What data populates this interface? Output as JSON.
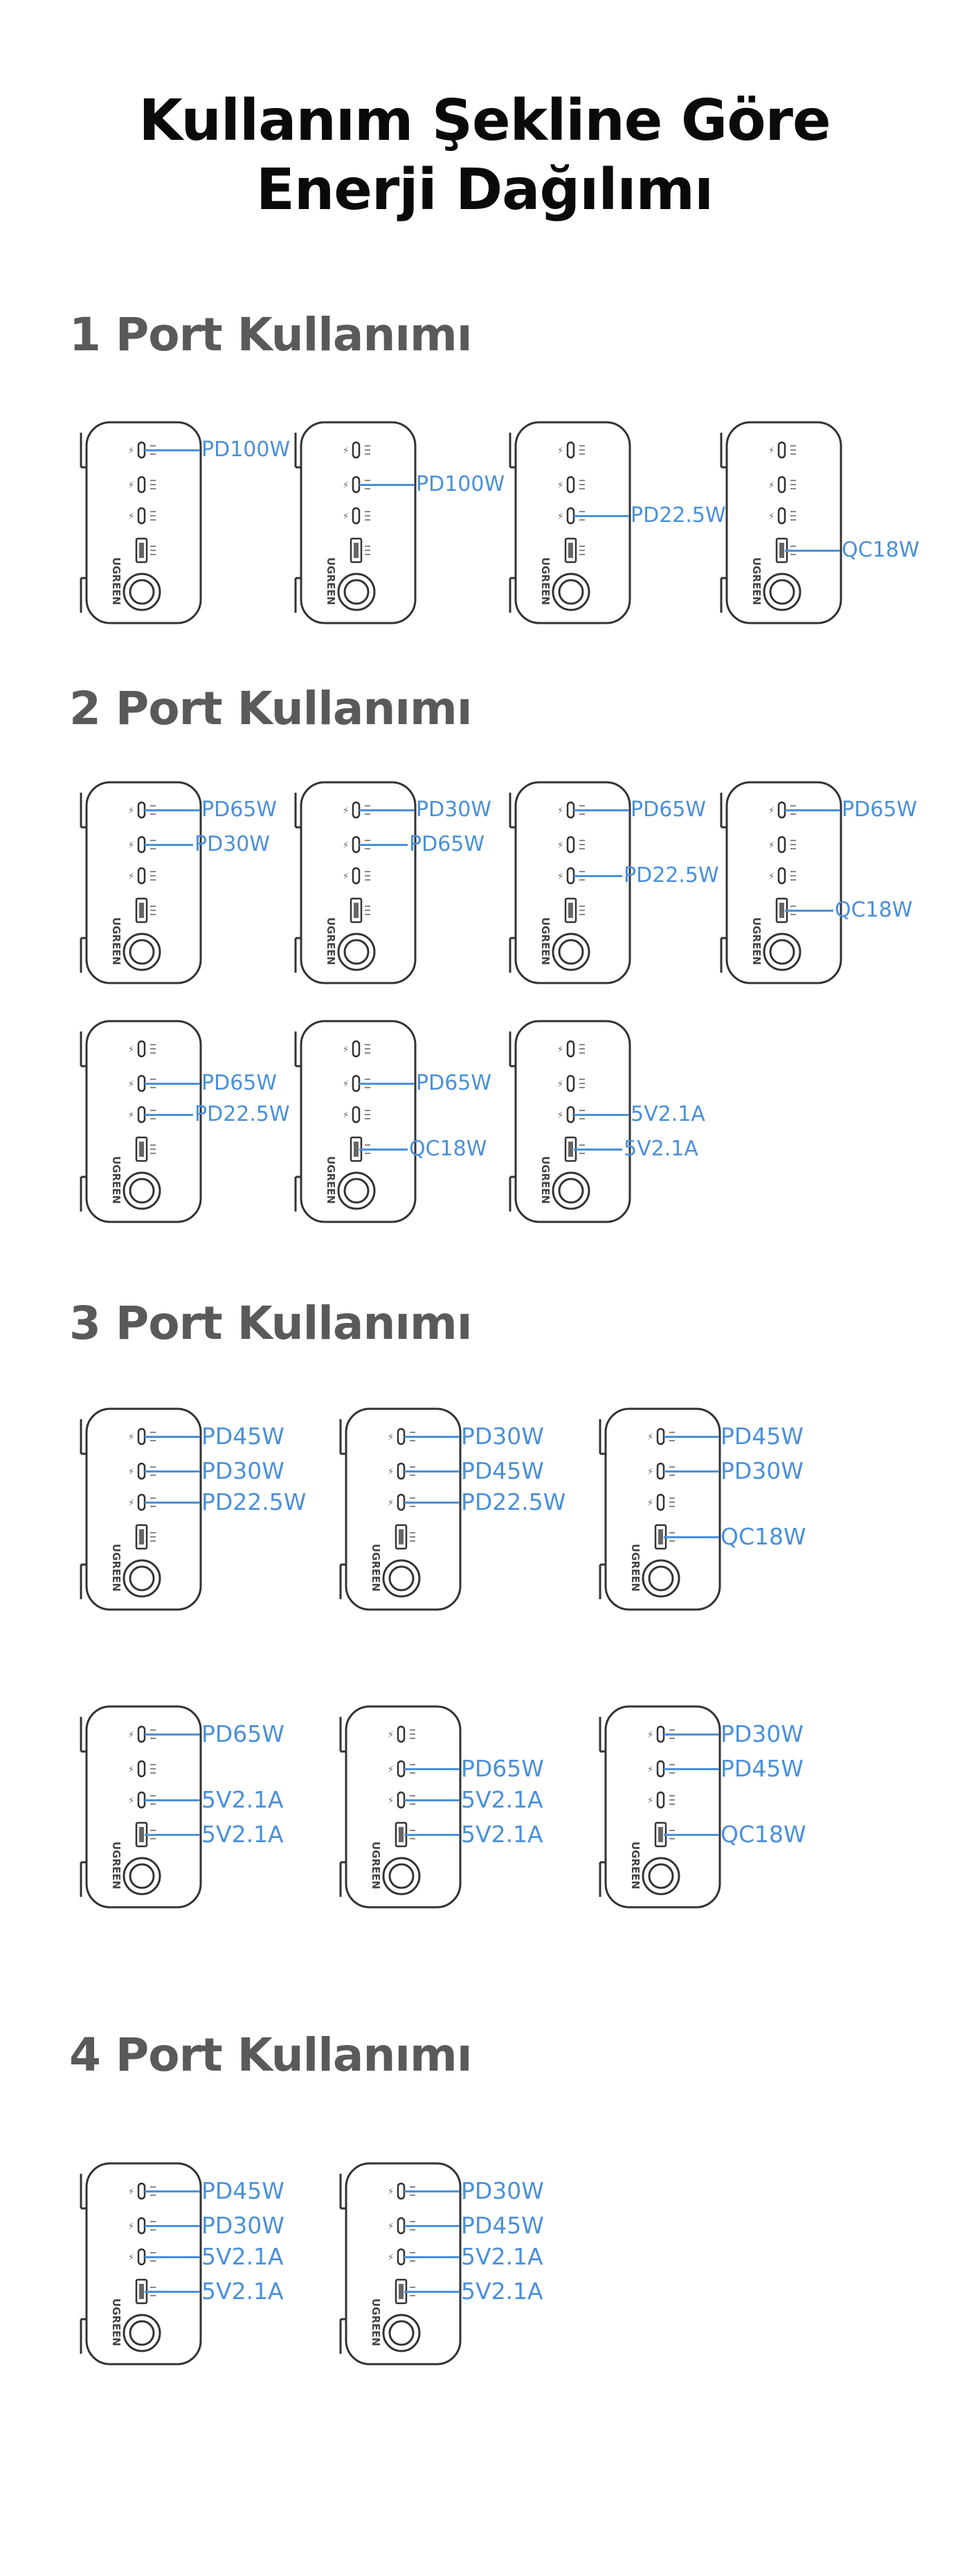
{
  "title": {
    "line1": "Kullanım Şekline Göre",
    "line2": "Enerji Dağılımı"
  },
  "colors": {
    "accent": "#4a90d9",
    "heading": "#5a5a5a",
    "outline": "#333333"
  },
  "brand_on_device": "UGREEN",
  "sections": [
    {
      "heading": "1 Port Kullanımı",
      "chargers": [
        {
          "ports": [
            {
              "port": "C1",
              "label": "PD100W"
            }
          ]
        },
        {
          "ports": [
            {
              "port": "C2",
              "label": "PD100W"
            }
          ]
        },
        {
          "ports": [
            {
              "port": "C3",
              "label": "PD22.5W"
            }
          ]
        },
        {
          "ports": [
            {
              "port": "A",
              "label": "QC18W"
            }
          ]
        }
      ]
    },
    {
      "heading": "2 Port Kullanımı",
      "chargers": [
        {
          "ports": [
            {
              "port": "C1",
              "label": "PD65W"
            },
            {
              "port": "C2",
              "label": "PD30W"
            }
          ]
        },
        {
          "ports": [
            {
              "port": "C1",
              "label": "PD30W"
            },
            {
              "port": "C2",
              "label": "PD65W"
            }
          ]
        },
        {
          "ports": [
            {
              "port": "C1",
              "label": "PD65W"
            },
            {
              "port": "C3",
              "label": "PD22.5W"
            }
          ]
        },
        {
          "ports": [
            {
              "port": "C1",
              "label": "PD65W"
            },
            {
              "port": "A",
              "label": "QC18W"
            }
          ]
        },
        {
          "ports": [
            {
              "port": "C2",
              "label": "PD65W"
            },
            {
              "port": "C3",
              "label": "PD22.5W"
            }
          ]
        },
        {
          "ports": [
            {
              "port": "C2",
              "label": "PD65W"
            },
            {
              "port": "A",
              "label": "QC18W"
            }
          ]
        },
        {
          "ports": [
            {
              "port": "C3",
              "label": "5V2.1A"
            },
            {
              "port": "A",
              "label": "5V2.1A"
            }
          ]
        }
      ]
    },
    {
      "heading": "3 Port Kullanımı",
      "chargers": [
        {
          "ports": [
            {
              "port": "C1",
              "label": "PD45W"
            },
            {
              "port": "C2",
              "label": "PD30W"
            },
            {
              "port": "C3",
              "label": "PD22.5W"
            }
          ]
        },
        {
          "ports": [
            {
              "port": "C1",
              "label": "PD30W"
            },
            {
              "port": "C2",
              "label": "PD45W"
            },
            {
              "port": "C3",
              "label": "PD22.5W"
            }
          ]
        },
        {
          "ports": [
            {
              "port": "C1",
              "label": "PD45W"
            },
            {
              "port": "C2",
              "label": "PD30W"
            },
            {
              "port": "A",
              "label": "QC18W"
            }
          ]
        },
        {
          "ports": [
            {
              "port": "C1",
              "label": "PD65W"
            },
            {
              "port": "C3",
              "label": "5V2.1A"
            },
            {
              "port": "A",
              "label": "5V2.1A"
            }
          ]
        },
        {
          "ports": [
            {
              "port": "C2",
              "label": "PD65W"
            },
            {
              "port": "C3",
              "label": "5V2.1A"
            },
            {
              "port": "A",
              "label": "5V2.1A"
            }
          ]
        },
        {
          "ports": [
            {
              "port": "C1",
              "label": "PD30W"
            },
            {
              "port": "C2",
              "label": "PD45W"
            },
            {
              "port": "A",
              "label": "QC18W"
            }
          ]
        }
      ]
    },
    {
      "heading": "4 Port Kullanımı",
      "chargers": [
        {
          "ports": [
            {
              "port": "C1",
              "label": "PD45W"
            },
            {
              "port": "C2",
              "label": "PD30W"
            },
            {
              "port": "C3",
              "label": "5V2.1A"
            },
            {
              "port": "A",
              "label": "5V2.1A"
            }
          ]
        },
        {
          "ports": [
            {
              "port": "C1",
              "label": "PD30W"
            },
            {
              "port": "C2",
              "label": "PD45W"
            },
            {
              "port": "C3",
              "label": "5V2.1A"
            },
            {
              "port": "A",
              "label": "5V2.1A"
            }
          ]
        }
      ]
    }
  ]
}
